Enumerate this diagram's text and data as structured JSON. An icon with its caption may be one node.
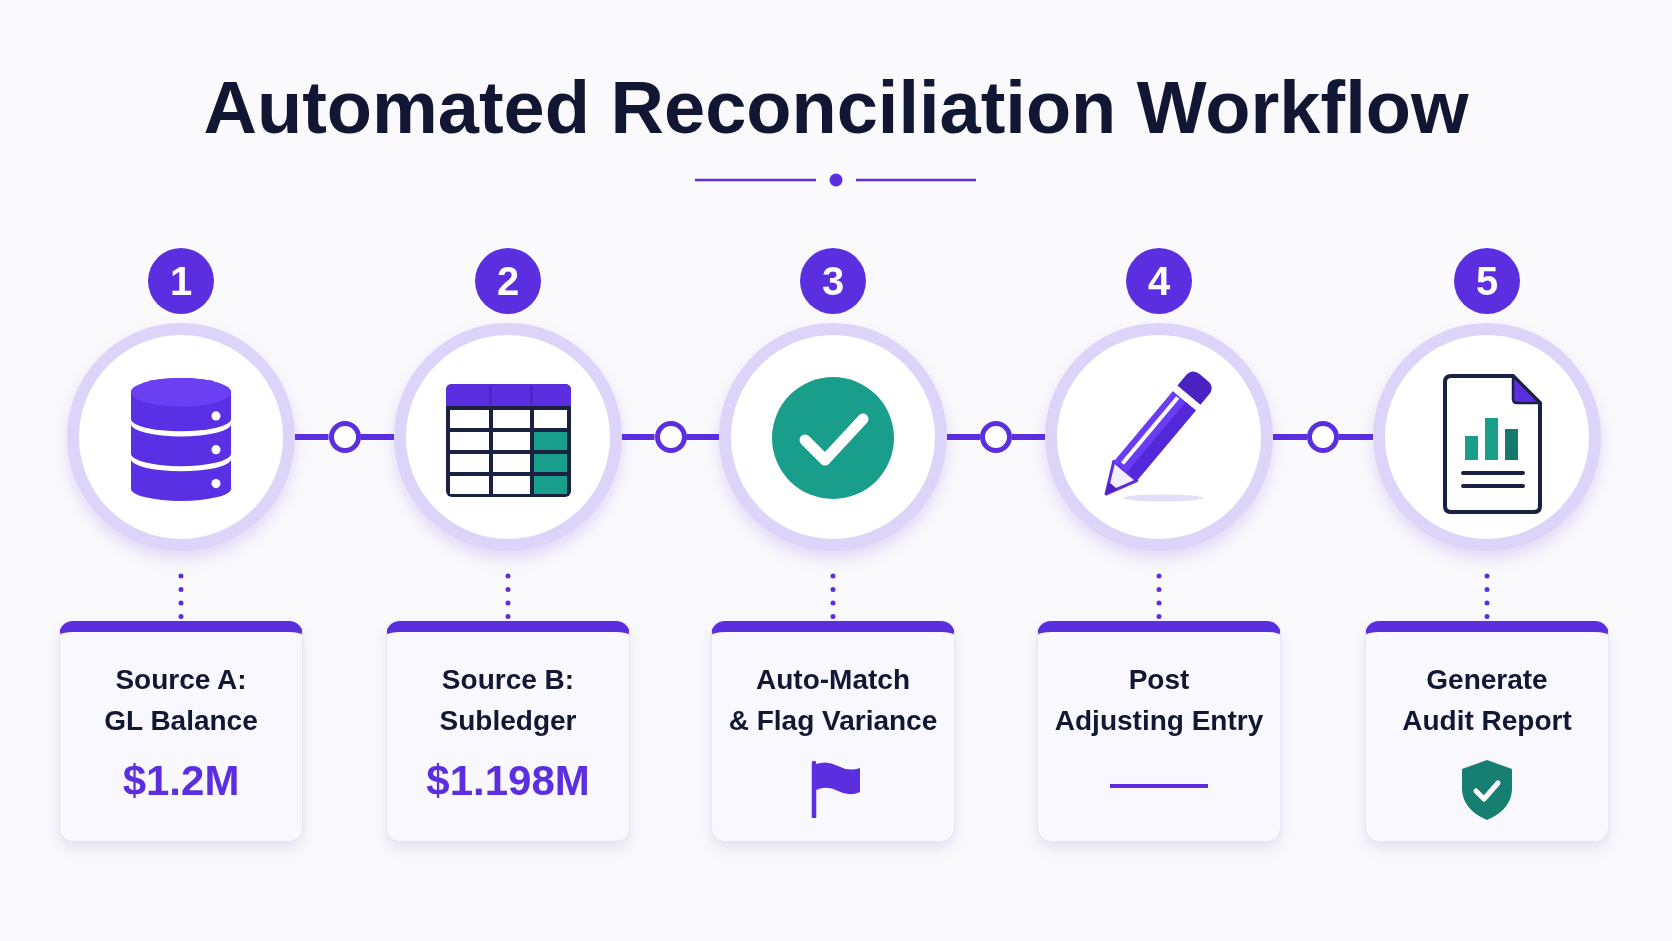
{
  "diagram": {
    "title": "Automated Reconciliation Workflow",
    "nodes": [
      {
        "text": [
          "1"
        ]
      },
      {
        "text": [
          "2"
        ]
      },
      {
        "text": [
          "3"
        ]
      },
      {
        "text": [
          "4"
        ]
      },
      {
        "text": [
          "5"
        ]
      },
      {
        "text": [],
        "shape": "circle"
      },
      {
        "text": [],
        "shape": "circle"
      },
      {
        "text": [],
        "shape": "circle"
      },
      {
        "text": [],
        "shape": "circle"
      },
      {
        "text": [],
        "shape": "circle"
      },
      {
        "text": [],
        "shape": "circle"
      },
      {
        "text": [],
        "shape": "circle"
      },
      {
        "text": [],
        "shape": "circle"
      },
      {
        "text": [],
        "shape": "circle"
      },
      {
        "text": [
          "Source A: GL Balance",
          "$1.2M"
        ]
      },
      {
        "text": [
          "Source B: Subledger",
          "$1.198M"
        ]
      },
      {
        "text": [
          "Auto-Match & Flag Variance"
        ]
      },
      {
        "text": [
          "Post Adjusting Entry"
        ]
      },
      {
        "text": [
          "Generate Audit Report"
        ]
      }
    ],
    "edges": [
      {
        "from": 5,
        "to": 6,
        "arrow": "none"
      },
      {
        "from": 6,
        "to": 7,
        "arrow": "none"
      },
      {
        "from": 7,
        "to": 8,
        "arrow": "none"
      },
      {
        "from": 8,
        "to": 9,
        "arrow": "none"
      },
      {
        "from": 9,
        "to": 10,
        "arrow": "none"
      },
      {
        "from": 10,
        "to": 11,
        "arrow": "none"
      },
      {
        "from": 11,
        "to": 12,
        "arrow": "none"
      },
      {
        "from": 12,
        "to": 13,
        "arrow": "none"
      },
      {
        "from": 5,
        "to": 14,
        "arrow": "none",
        "style": "dashed"
      },
      {
        "from": 7,
        "to": 15,
        "arrow": "none",
        "style": "dashed"
      },
      {
        "from": 9,
        "to": 16,
        "arrow": "none",
        "style": "dashed"
      },
      {
        "from": 11,
        "to": 17,
        "arrow": "none",
        "style": "dashed"
      },
      {
        "from": 13,
        "to": 18,
        "arrow": "none",
        "style": "dashed"
      }
    ]
  }
}
